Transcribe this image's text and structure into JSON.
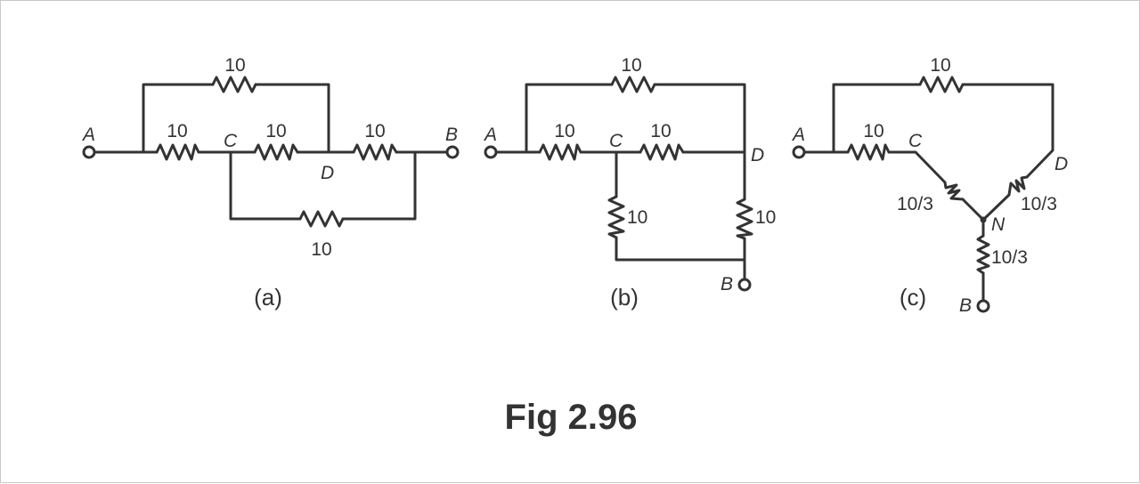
{
  "figure": {
    "caption": "Fig 2.96",
    "text_color": "#333333",
    "border_color": "#c8c8c8"
  },
  "panel_a": {
    "caption": "(a)",
    "node_a": "A",
    "node_b": "B",
    "node_c": "C",
    "node_d": "D",
    "r_top": "10",
    "r_ac": "10",
    "r_cd": "10",
    "r_db": "10",
    "r_bottom": "10"
  },
  "panel_b": {
    "caption": "(b)",
    "node_a": "A",
    "node_b": "B",
    "node_c": "C",
    "node_d": "D",
    "r_top": "10",
    "r_ac": "10",
    "r_cd": "10",
    "r_cb": "10",
    "r_db": "10"
  },
  "panel_c": {
    "caption": "(c)",
    "node_a": "A",
    "node_b": "B",
    "node_c": "C",
    "node_d": "D",
    "node_n": "N",
    "r_top": "10",
    "r_ac": "10",
    "r_cn": "10/3",
    "r_dn": "10/3",
    "r_nb": "10/3"
  }
}
